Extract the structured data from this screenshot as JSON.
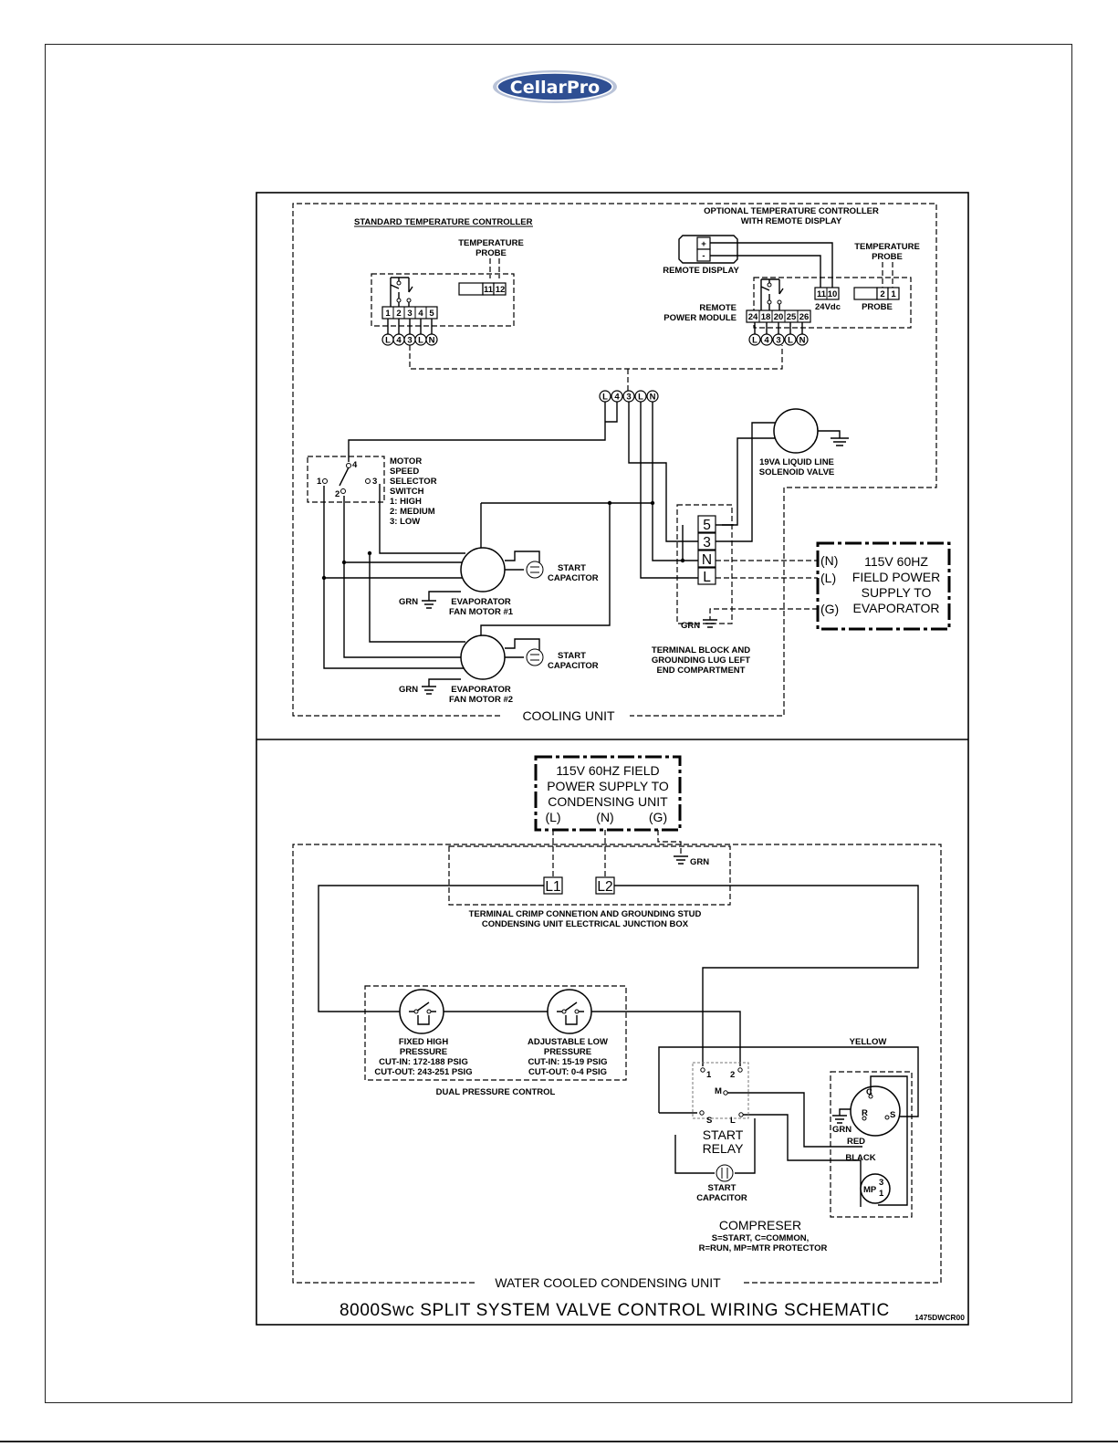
{
  "brand": {
    "logo_text": "CellarPro",
    "colors": {
      "logo_fill": "#2f4f93",
      "logo_ring": "#b9c3d8",
      "logo_text": "#ffffff"
    }
  },
  "diagram": {
    "title": "8000Swc SPLIT SYSTEM VALVE CONTROL WIRING SCHEMATIC",
    "drawing_number": "1475DWCR00",
    "cooling_unit": {
      "label": "COOLING UNIT",
      "standard_controller": {
        "title": "STANDARD TEMPERATURE CONTROLLER",
        "probe_label_1": "TEMPERATURE",
        "probe_label_2": "PROBE",
        "probe_terminals": [
          "",
          "11",
          "12"
        ],
        "relay_terminals": [
          "1",
          "2",
          "3",
          "4",
          "5"
        ],
        "plug_pins": [
          "L",
          "4",
          "3",
          "L",
          "N"
        ]
      },
      "optional_controller": {
        "title_1": "OPTIONAL TEMPERATURE CONTROLLER",
        "title_2": "WITH REMOTE DISPLAY",
        "remote_display": "REMOTE DISPLAY",
        "display_plus": "+",
        "display_minus": "-",
        "probe_label_1": "TEMPERATURE",
        "probe_label_2": "PROBE",
        "probe_terminals": [
          "",
          "2",
          "1"
        ],
        "probe_tag": "PROBE",
        "display_terminals": [
          "11",
          "10"
        ],
        "display_tag": "24Vdc",
        "module_label_1": "REMOTE",
        "module_label_2": "POWER MODULE",
        "relay_terminals": [
          "24",
          "18",
          "20",
          "25",
          "26"
        ],
        "plug_pins": [
          "L",
          "4",
          "3",
          "L",
          "N"
        ]
      },
      "junction_pins": [
        "L",
        "4",
        "3",
        "L",
        "N"
      ],
      "motor_switch": {
        "label_lines": [
          "MOTOR",
          "SPEED",
          "SELECTOR",
          "SWITCH",
          "1:  HIGH",
          "2:  MEDIUM",
          "3:  LOW"
        ],
        "pos_1": "1",
        "pos_2": "2",
        "pos_3": "3",
        "pos_4": "4"
      },
      "solenoid": {
        "label_1": "19VA LIQUID LINE",
        "label_2": "SOLENOID VALVE"
      },
      "fan_motor_1": {
        "label_1": "EVAPORATOR",
        "label_2": "FAN MOTOR #1",
        "cap_1": "START",
        "cap_2": "CAPACITOR",
        "ground": "GRN"
      },
      "fan_motor_2": {
        "label_1": "EVAPORATOR",
        "label_2": "FAN MOTOR #2",
        "cap_1": "START",
        "cap_2": "CAPACITOR",
        "ground": "GRN"
      },
      "terminal_block": {
        "terminals": [
          "5",
          "3",
          "N",
          "L"
        ],
        "ground": "GRN",
        "label_1": "TERMINAL BLOCK AND",
        "label_2": "GROUNDING LUG LEFT",
        "label_3": "END COMPARTMENT"
      },
      "field_power": {
        "line_1": "115V 60HZ",
        "line_2": "FIELD POWER",
        "line_3": "SUPPLY TO",
        "line_4": "EVAPORATOR",
        "tag_n": "(N)",
        "tag_l": "(L)",
        "tag_g": "(G)"
      }
    },
    "condensing_unit": {
      "label": "WATER COOLED CONDENSING UNIT",
      "field_power": {
        "line_1": "115V 60HZ FIELD",
        "line_2": "POWER SUPPLY TO",
        "line_3": "CONDENSING UNIT",
        "tag_l": "(L)",
        "tag_n": "(N)",
        "tag_g": "(G)"
      },
      "ground": "GRN",
      "junction": {
        "l1": "L1",
        "l2": "L2",
        "label_1": "TERMINAL CRIMP CONNETION AND GROUNDING STUD",
        "label_2": "CONDENSING UNIT ELECTRICAL JUNCTION BOX"
      },
      "high_pressure": {
        "line_1": "FIXED HIGH",
        "line_2": "PRESSURE",
        "line_3": "CUT-IN:  172-188 PSIG",
        "line_4": "CUT-OUT:  243-251 PSIG"
      },
      "low_pressure": {
        "line_1": "ADJUSTABLE LOW",
        "line_2": "PRESSURE",
        "line_3": "CUT-IN:  15-19 PSIG",
        "line_4": "CUT-OUT:  0-4 PSIG"
      },
      "dual_label": "DUAL PRESSURE CONTROL",
      "relay": {
        "t1": "1",
        "t2": "2",
        "tm": "M",
        "ts": "S",
        "tl": "L",
        "label_1": "START",
        "label_2": "RELAY"
      },
      "start_cap": {
        "label_1": "START",
        "label_2": "CAPACITOR"
      },
      "wires": {
        "yellow": "YELLOW",
        "red": "RED",
        "black": "BLACK"
      },
      "compressor": {
        "c": "C",
        "r": "R",
        "s": "S",
        "ground": "GRN",
        "mp": "MP",
        "mp_3": "3",
        "mp_1": "1",
        "label_1": "COMPRESER",
        "label_2": "S=START, C=COMMON,",
        "label_3": "R=RUN, MP=MTR PROTECTOR"
      }
    }
  }
}
